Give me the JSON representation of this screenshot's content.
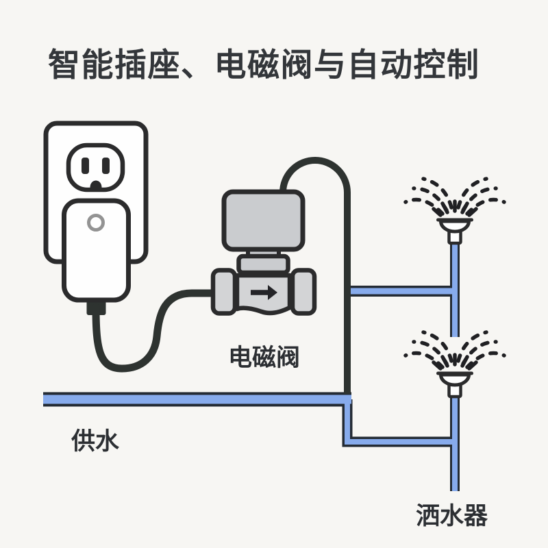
{
  "title": "智能插座、电磁阀与自动控制",
  "labels": {
    "valve": "电磁阀",
    "supply": "供水",
    "sprinkler": "洒水器"
  },
  "colors": {
    "background": "#f7f6f3",
    "text": "#33363a",
    "outline": "#2b2b2c",
    "device_fill": "#fefefe",
    "cable": "#2e3330",
    "pipe_fill": "#87abec",
    "pipe_outline": "#242b34",
    "valve_gray": "#cacccf",
    "valve_gray_light": "#d3d4d6",
    "led": "#939393",
    "spray": "#202023",
    "arrow": "#242428"
  }
}
